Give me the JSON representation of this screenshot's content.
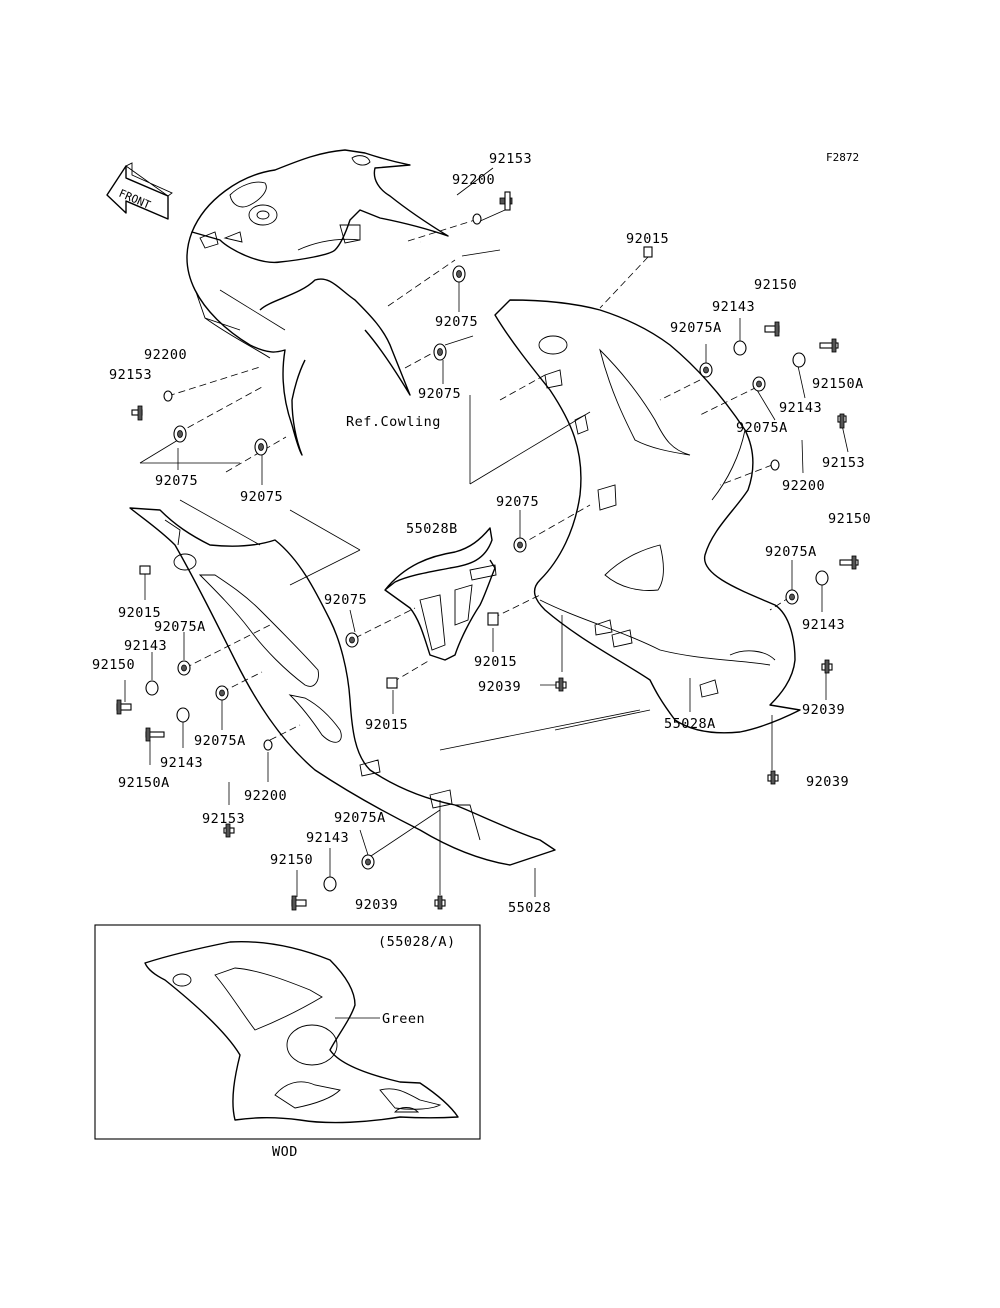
{
  "figure_code": "F2872",
  "front_arrow": "FRONT",
  "ref_note": "Ref.Cowling",
  "inset": {
    "caption": "(55028/A)",
    "color_note": "Green",
    "model_code": "WOD"
  },
  "labels": [
    {
      "id": "l1",
      "text": "92153"
    },
    {
      "id": "l2",
      "text": "92200"
    },
    {
      "id": "l3",
      "text": "92015"
    },
    {
      "id": "l4",
      "text": "92150"
    },
    {
      "id": "l5",
      "text": "92143"
    },
    {
      "id": "l6",
      "text": "92075A"
    },
    {
      "id": "l7",
      "text": "92150A"
    },
    {
      "id": "l8",
      "text": "92143"
    },
    {
      "id": "l9",
      "text": "92075A"
    },
    {
      "id": "l10",
      "text": "92153"
    },
    {
      "id": "l11",
      "text": "92200"
    },
    {
      "id": "l12",
      "text": "92075"
    },
    {
      "id": "l13",
      "text": "92075"
    },
    {
      "id": "l14",
      "text": "92200"
    },
    {
      "id": "l15",
      "text": "92153"
    },
    {
      "id": "l16",
      "text": "92075"
    },
    {
      "id": "l17",
      "text": "92075"
    },
    {
      "id": "l18",
      "text": "55028B"
    },
    {
      "id": "l19",
      "text": "92075"
    },
    {
      "id": "l20",
      "text": "92150"
    },
    {
      "id": "l21",
      "text": "92075A"
    },
    {
      "id": "l22",
      "text": "92143"
    },
    {
      "id": "l23",
      "text": "92039"
    },
    {
      "id": "l24",
      "text": "92015"
    },
    {
      "id": "l25",
      "text": "92075"
    },
    {
      "id": "l26",
      "text": "92015"
    },
    {
      "id": "l27",
      "text": "92015"
    },
    {
      "id": "l28",
      "text": "92075A"
    },
    {
      "id": "l29",
      "text": "92143"
    },
    {
      "id": "l30",
      "text": "92150"
    },
    {
      "id": "l31",
      "text": "92075A"
    },
    {
      "id": "l32",
      "text": "92143"
    },
    {
      "id": "l33",
      "text": "92150A"
    },
    {
      "id": "l34",
      "text": "92200"
    },
    {
      "id": "l35",
      "text": "92153"
    },
    {
      "id": "l36",
      "text": "92039"
    },
    {
      "id": "l37",
      "text": "55028A"
    },
    {
      "id": "l38",
      "text": "92039"
    },
    {
      "id": "l39",
      "text": "92075A"
    },
    {
      "id": "l40",
      "text": "92143"
    },
    {
      "id": "l41",
      "text": "92150"
    },
    {
      "id": "l42",
      "text": "92039"
    },
    {
      "id": "l43",
      "text": "55028"
    }
  ]
}
